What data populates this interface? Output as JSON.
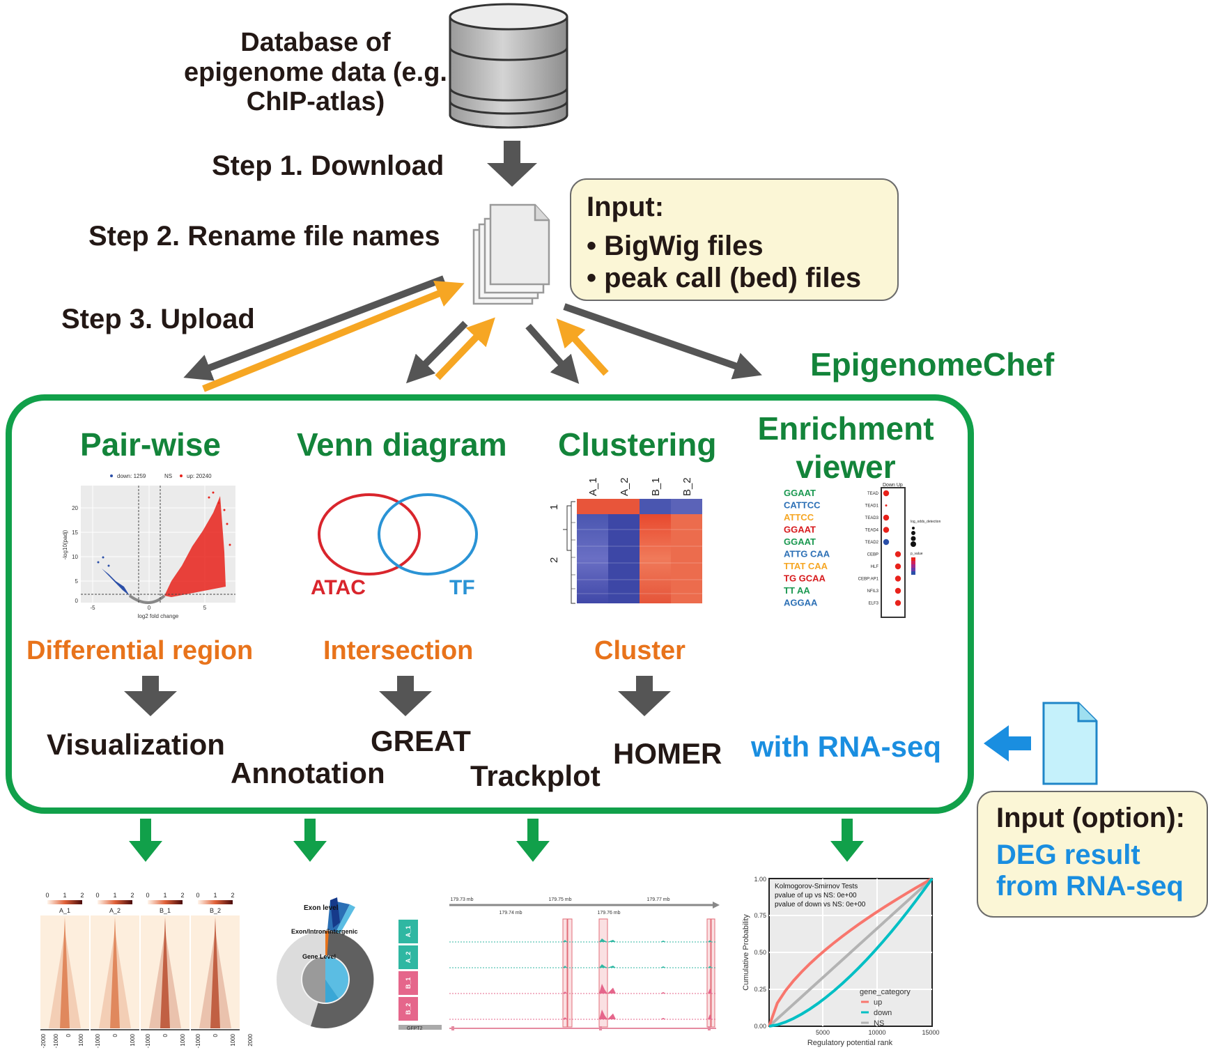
{
  "database": {
    "title": "Database of epigenome data (e.g. ChIP-atlas)"
  },
  "steps": {
    "download": "Step 1. Download",
    "rename": "Step 2. Rename file names",
    "upload": "Step 3. Upload"
  },
  "input_box": {
    "title": "Input:",
    "items": [
      "BigWig files",
      "peak call (bed) files"
    ]
  },
  "app_name": "EpigenomeChef",
  "modules": [
    {
      "title": "Pair-wise",
      "result": "Differential region",
      "outputs": [
        "Visualization"
      ],
      "thumbnail": {
        "legend": [
          "down: 1259",
          "NS",
          "up: 20240"
        ],
        "ylabel": "-log10(padj)",
        "xlabel": "log2 fold change",
        "yticks": [
          "0",
          "5",
          "10",
          "15",
          "20"
        ],
        "xticks": [
          "-5",
          "0",
          "5"
        ]
      }
    },
    {
      "title": "Venn diagram",
      "result": "Intersection",
      "outputs": [
        "GREAT",
        "Annotation"
      ],
      "thumbnail": {
        "sets": [
          "ATAC",
          "TF"
        ]
      }
    },
    {
      "title": "Clustering",
      "result": "Cluster",
      "outputs": [
        "Trackplot",
        "HOMER"
      ],
      "thumbnail": {
        "columns": [
          "A_1",
          "A_2",
          "B_1",
          "B_2"
        ],
        "row_clusters": [
          "1",
          "2"
        ]
      }
    },
    {
      "title": "Enrichment viewer",
      "result": "",
      "outputs": [
        "with RNA-seq"
      ],
      "thumbnail": {
        "header": "Down Up",
        "motifs": [
          "TEAD",
          "TEAD1",
          "TEAD3",
          "TEAD4",
          "TEAD2",
          "CEBP",
          "HLF",
          "CEBP:AP1",
          "NFIL3",
          "ELF3"
        ],
        "logos": [
          "GGAAT",
          "CATTCC",
          "ATTCC",
          "GGAAT",
          "GGAAT",
          "ATTG  CAA",
          "TTAT  CAA",
          "TG  GCAA",
          "TT  AA",
          "AGGAA"
        ],
        "legend_titles": [
          "log_odds_detection",
          "p_value"
        ]
      }
    }
  ],
  "optional_input": {
    "title": "Input (option):",
    "text": "DEG result from RNA-seq"
  },
  "bottom": {
    "heatmap": {
      "scale_ticks": [
        "0",
        "1",
        "2"
      ],
      "samples": [
        "A_1",
        "A_2",
        "B_1",
        "B_2"
      ],
      "xticks": [
        "-2000",
        "-1000",
        "0",
        "1000",
        "2000"
      ]
    },
    "annotation_pie": {
      "labels": [
        "Exon level",
        "Exon/Intron/Intergenic",
        "Gene Level"
      ]
    },
    "trackplot": {
      "coords_top": [
        "179.73 mb",
        "179.75 mb",
        "179.77 mb"
      ],
      "coords_bottom": [
        "179.74 mb",
        "179.76 mb"
      ],
      "tracks": [
        "A_1",
        "A_2",
        "B_1",
        "B_2"
      ],
      "gene": "GFPT2"
    },
    "ks_plot": {
      "title": "Kolmogorov-Smirnov Tests",
      "line1": "pvalue of up vs NS: 0e+00",
      "line2": "pvalue of down vs NS: 0e+00",
      "ylabel": "Cumulative Probability",
      "xlabel": "Regulatory potential rank",
      "yticks": [
        "0.00",
        "0.25",
        "0.50",
        "0.75",
        "1.00"
      ],
      "xticks": [
        "5000",
        "10000",
        "15000"
      ],
      "legend_title": "gene_category",
      "legend": [
        "up",
        "down",
        "NS"
      ],
      "colors": {
        "up": "#f8766d",
        "down": "#00bfc4",
        "NS": "#b3b3b3"
      }
    }
  }
}
